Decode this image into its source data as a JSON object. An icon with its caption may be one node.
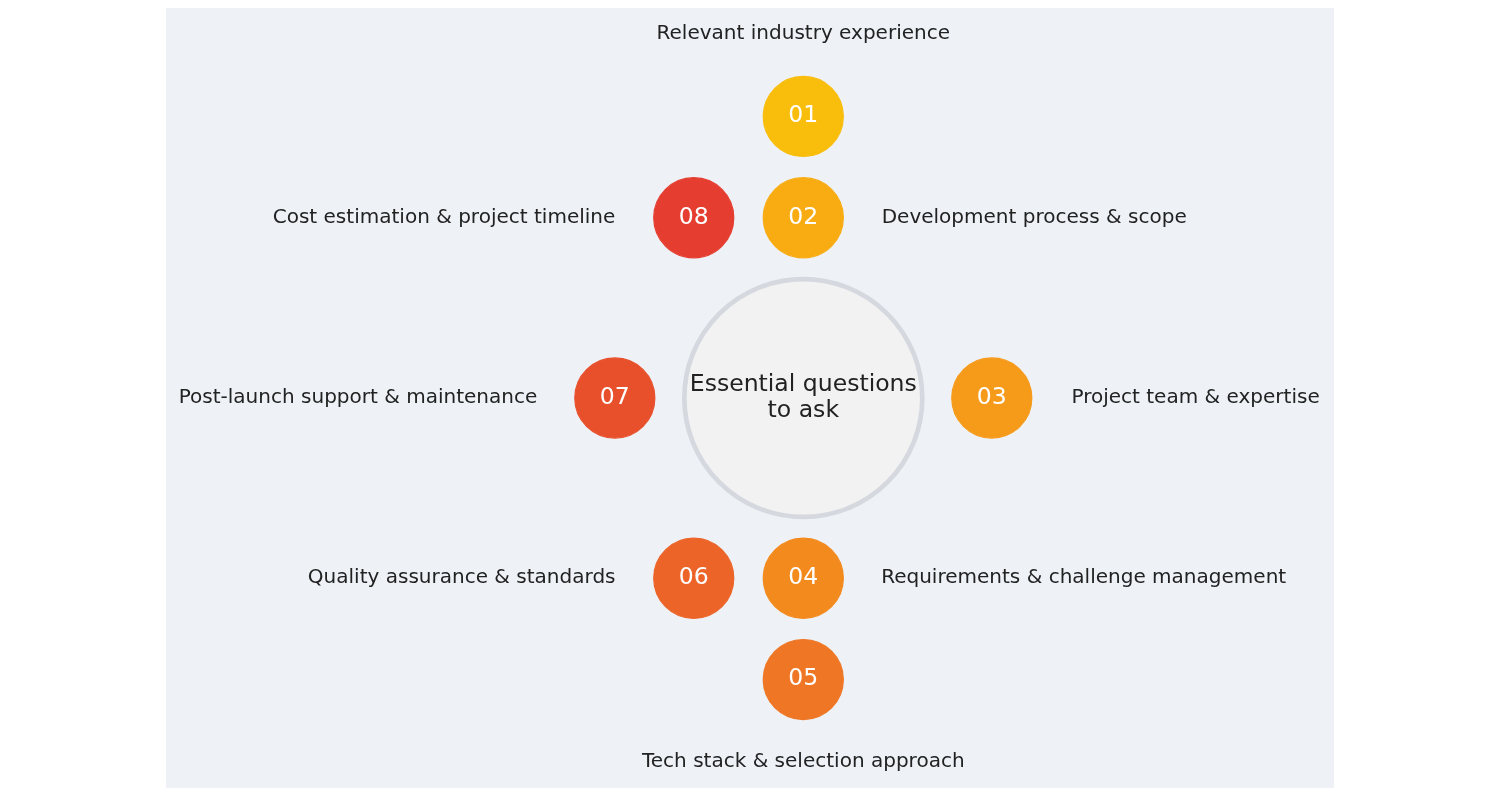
{
  "diagram": {
    "nodes": [
      {
        "text": [
          "Essential questions to ask"
        ]
      },
      {
        "text": [
          "01"
        ],
        "beside": [
          "Relevant industry experience"
        ]
      },
      {
        "text": [
          "02"
        ],
        "beside": [
          "Development process & scope"
        ]
      },
      {
        "text": [
          "03"
        ],
        "beside": [
          "Project team & expertise"
        ]
      },
      {
        "text": [
          "04"
        ],
        "beside": [
          "Requirements & challenge management"
        ]
      },
      {
        "text": [
          "05"
        ],
        "beside": [
          "Tech stack & selection approach"
        ]
      },
      {
        "text": [
          "06"
        ],
        "beside": [
          "Quality assurance & standards"
        ]
      },
      {
        "text": [
          "07"
        ],
        "beside": [
          "Post-launch support & maintenance"
        ]
      },
      {
        "text": [
          "08"
        ],
        "beside": [
          "Cost estimation & project timeline"
        ]
      }
    ]
  }
}
